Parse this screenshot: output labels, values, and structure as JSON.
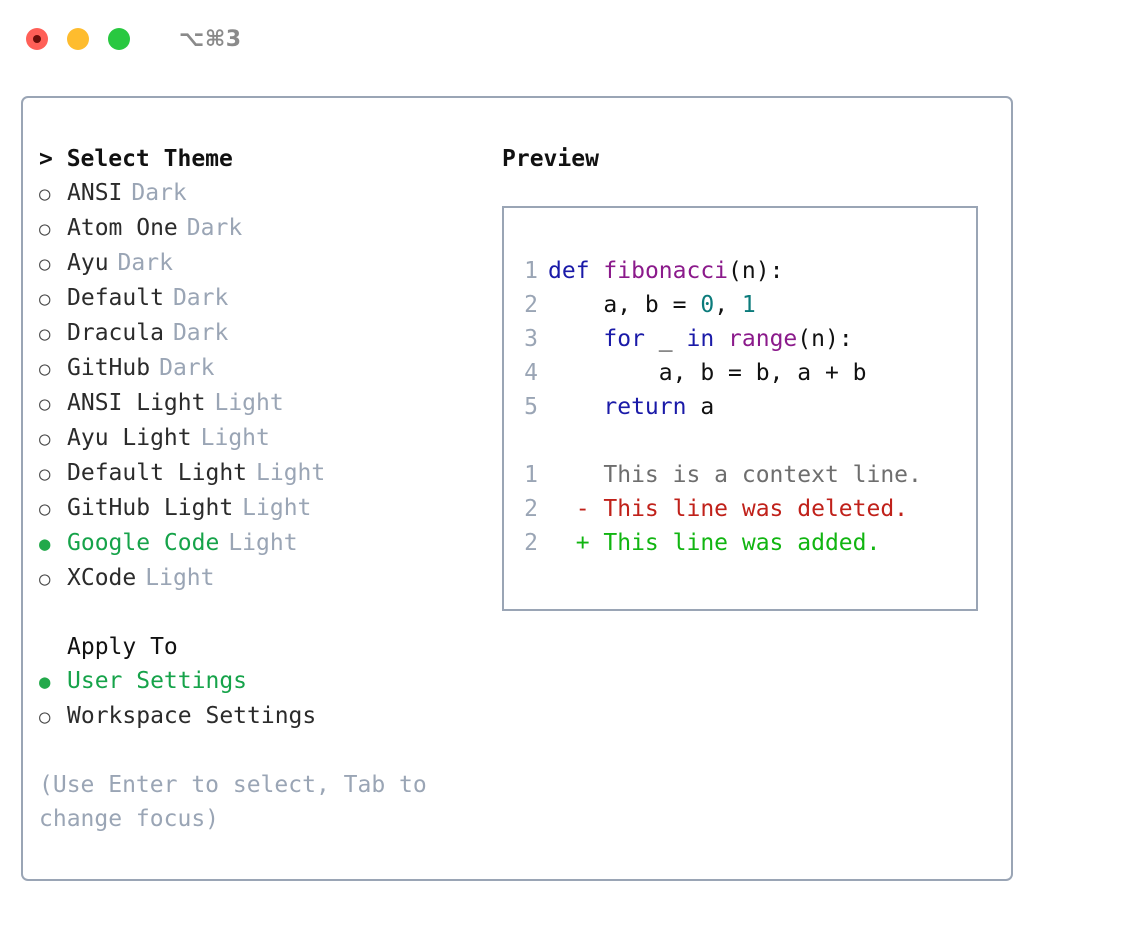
{
  "window": {
    "shortcut": "⌥⌘3",
    "traffic_lights": [
      {
        "name": "close",
        "color": "#ff5f57"
      },
      {
        "name": "minimize",
        "color": "#febc2e"
      },
      {
        "name": "maximize",
        "color": "#28c840"
      }
    ]
  },
  "theme_list": {
    "header": "> Select Theme",
    "items": [
      {
        "bullet": "○",
        "label": "ANSI",
        "tag": "Dark",
        "selected": false
      },
      {
        "bullet": "○",
        "label": "Atom One",
        "tag": "Dark",
        "selected": false
      },
      {
        "bullet": "○",
        "label": "Ayu",
        "tag": "Dark",
        "selected": false
      },
      {
        "bullet": "○",
        "label": "Default",
        "tag": "Dark",
        "selected": false
      },
      {
        "bullet": "○",
        "label": "Dracula",
        "tag": "Dark",
        "selected": false
      },
      {
        "bullet": "○",
        "label": "GitHub",
        "tag": "Dark",
        "selected": false
      },
      {
        "bullet": "○",
        "label": "ANSI Light",
        "tag": "Light",
        "selected": false
      },
      {
        "bullet": "○",
        "label": "Ayu Light",
        "tag": "Light",
        "selected": false
      },
      {
        "bullet": "○",
        "label": "Default Light",
        "tag": "Light",
        "selected": false
      },
      {
        "bullet": "○",
        "label": "GitHub Light",
        "tag": "Light",
        "selected": false
      },
      {
        "bullet": "●",
        "label": "Google Code",
        "tag": "Light",
        "selected": true
      },
      {
        "bullet": "○",
        "label": "XCode",
        "tag": "Light",
        "selected": false
      }
    ]
  },
  "apply_to": {
    "header": "Apply To",
    "items": [
      {
        "bullet": "●",
        "label": "User Settings",
        "selected": true
      },
      {
        "bullet": "○",
        "label": "Workspace Settings",
        "selected": false
      }
    ]
  },
  "hint": "(Use Enter to select, Tab to change focus)",
  "preview": {
    "title": "Preview",
    "code_lines": [
      {
        "no": "1",
        "indent": "",
        "tokens": [
          {
            "t": "def",
            "c": "kw"
          },
          {
            "t": " ",
            "c": "pun"
          },
          {
            "t": "fibonacci",
            "c": "fn"
          },
          {
            "t": "(n):",
            "c": "pun"
          }
        ]
      },
      {
        "no": "2",
        "indent": "    ",
        "tokens": [
          {
            "t": "a, b = ",
            "c": "var"
          },
          {
            "t": "0",
            "c": "num"
          },
          {
            "t": ", ",
            "c": "pun"
          },
          {
            "t": "1",
            "c": "num"
          }
        ]
      },
      {
        "no": "3",
        "indent": "    ",
        "tokens": [
          {
            "t": "for",
            "c": "kw"
          },
          {
            "t": " _ ",
            "c": "var"
          },
          {
            "t": "in",
            "c": "kw"
          },
          {
            "t": " ",
            "c": "pun"
          },
          {
            "t": "range",
            "c": "fn"
          },
          {
            "t": "(n):",
            "c": "pun"
          }
        ]
      },
      {
        "no": "4",
        "indent": "        ",
        "tokens": [
          {
            "t": "a, b = b, a + b",
            "c": "var"
          }
        ]
      },
      {
        "no": "5",
        "indent": "    ",
        "tokens": [
          {
            "t": "return",
            "c": "kw"
          },
          {
            "t": " a",
            "c": "var"
          }
        ]
      }
    ],
    "diff_lines": [
      {
        "no": "1",
        "marker": "  ",
        "text": "This is a context line.",
        "kind": "ctx"
      },
      {
        "no": "2",
        "marker": "- ",
        "text": "This line was deleted.",
        "kind": "del"
      },
      {
        "no": "2",
        "marker": "+ ",
        "text": "This line was added.",
        "kind": "add"
      }
    ]
  },
  "colors": {
    "accent_green": "#16a34a",
    "muted": "#9aa5b5",
    "border": "#9aa5b5",
    "keyword": "#1a1aa8",
    "function": "#8b1a8b",
    "number": "#0b7b7b",
    "diff_add": "#11b511",
    "diff_del": "#c0211a"
  }
}
